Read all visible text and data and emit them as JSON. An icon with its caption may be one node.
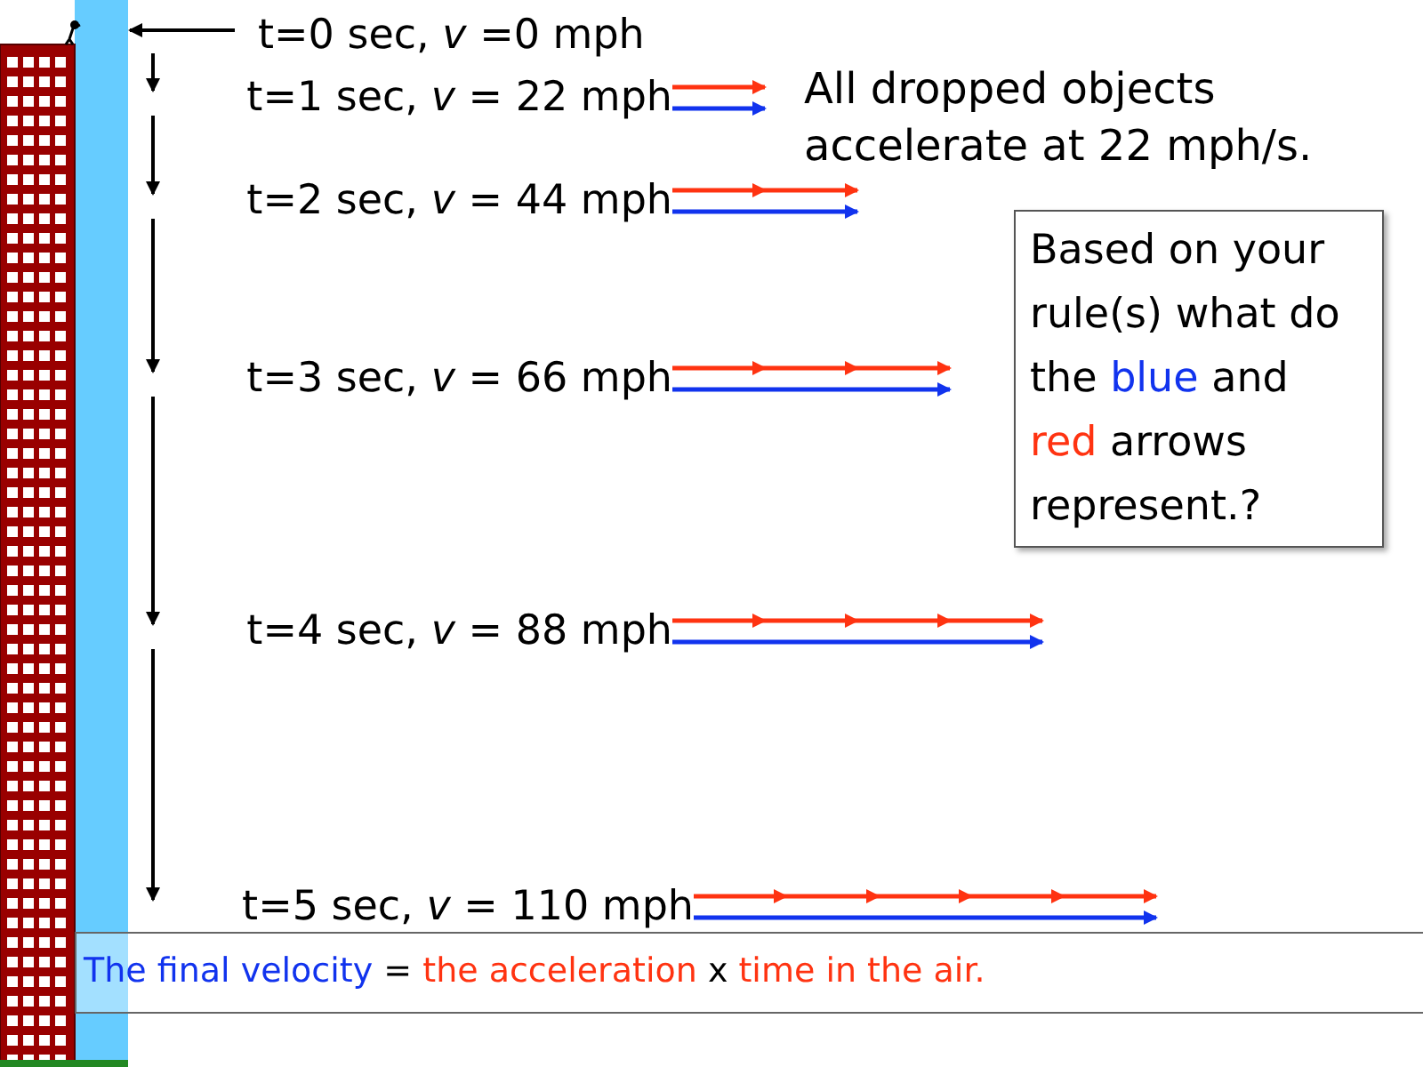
{
  "diagram": {
    "nodes": [
      {
        "text": [
          "t=0 sec, *v* =0 mph"
        ]
      },
      {
        "text": [
          "Based on your rule(s) what do the",
          "blue",
          "and",
          "red",
          "arrows represent.?"
        ]
      },
      {
        "text": [
          "The final velocity",
          "=",
          "the acceleration",
          "x",
          "time in the air."
        ]
      },
      {
        "text": [],
        "shape": "picture"
      }
    ],
    "edges": [
      {
        "from": 0,
        "to": 3,
        "arrow": "to"
      }
    ],
    "labels": [
      "t=1 sec, *v* = 22 mph",
      "All dropped objects accelerate at 22 mph/s.",
      "t=2 sec, *v* = 44 mph",
      "t=3 sec, *v* = 66 mph",
      "t=4 sec, *v* = 88 mph",
      "t=5 sec, *v* = 110 mph"
    ]
  }
}
